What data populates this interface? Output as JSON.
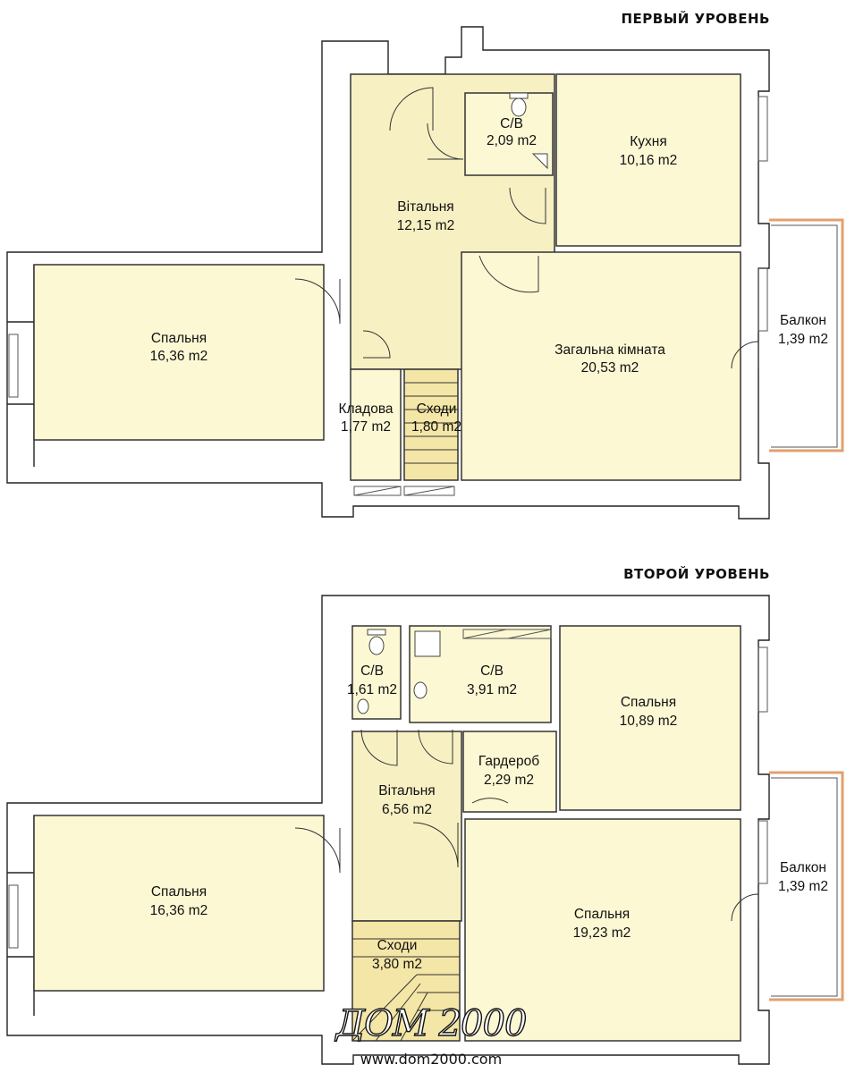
{
  "levels": [
    {
      "title": "ПЕРВЫЙ УРОВЕНЬ",
      "rooms": [
        {
          "name": "С/В",
          "area": "2,09 m2"
        },
        {
          "name": "Кухня",
          "area": "10,16 m2"
        },
        {
          "name": "Вітальня",
          "area": "12,15 m2"
        },
        {
          "name": "Спальня",
          "area": "16,36 m2"
        },
        {
          "name": "Загальна кімната",
          "area": "20,53 m2"
        },
        {
          "name": "Балкон",
          "area": "1,39 m2"
        },
        {
          "name": "Кладова",
          "area": "1,77 m2"
        },
        {
          "name": "Сходи",
          "area": "1,80 m2"
        }
      ]
    },
    {
      "title": "ВТОРОЙ УРОВЕНЬ",
      "rooms": [
        {
          "name": "С/В",
          "area": "1,61 m2"
        },
        {
          "name": "С/В",
          "area": "3,91 m2"
        },
        {
          "name": "Спальня",
          "area": "10,89 m2"
        },
        {
          "name": "Гардероб",
          "area": "2,29 m2"
        },
        {
          "name": "Вітальня",
          "area": "6,56 m2"
        },
        {
          "name": "Спальня",
          "area": "16,36 m2"
        },
        {
          "name": "Спальня",
          "area": "19,23 m2"
        },
        {
          "name": "Балкон",
          "area": "1,39 m2"
        },
        {
          "name": "Сходи",
          "area": "3,80 m2"
        }
      ]
    }
  ],
  "logo": {
    "text": "ДОМ 2000",
    "url": "www.dom2000.com"
  },
  "colors": {
    "room_fill": "#fdf8d4",
    "stair_fill": "#f4e6a6",
    "balcony_rail": "#e2a070"
  }
}
